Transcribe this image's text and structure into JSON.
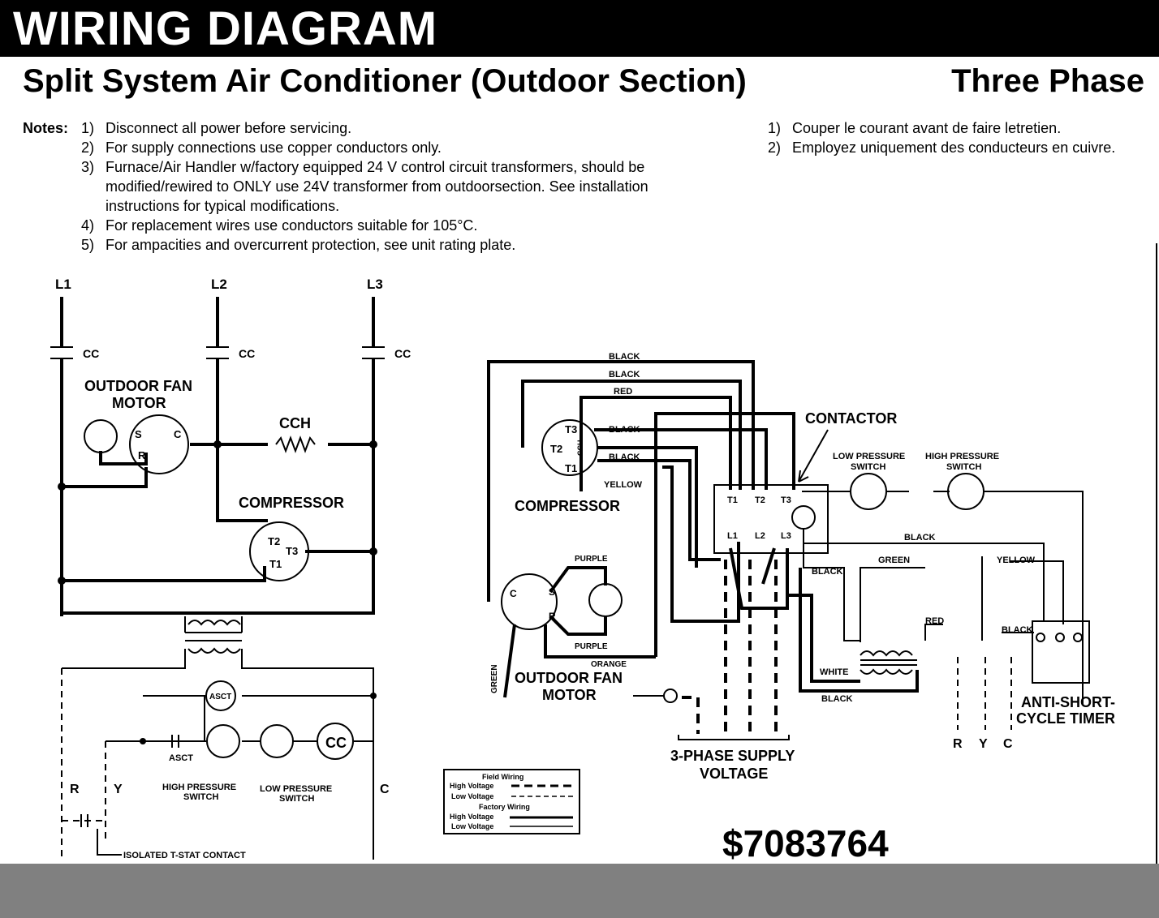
{
  "header": {
    "title": "WIRING DIAGRAM"
  },
  "subtitle": {
    "left": "Split System Air Conditioner (Outdoor Section)",
    "right": "Three Phase"
  },
  "notes": {
    "label": "Notes:",
    "english": [
      {
        "num": "1)",
        "text": "Disconnect all power before servicing."
      },
      {
        "num": "2)",
        "text": "For supply connections use copper conductors only."
      },
      {
        "num": "3)",
        "text": "Furnace/Air Handler w/factory equipped 24 V control circuit transformers, should be modified/rewired to ONLY use 24V transformer from outdoorsection. See installation instructions for typical modifications."
      },
      {
        "num": "4)",
        "text": "For replacement wires use conductors suitable for 105°C."
      },
      {
        "num": "5)",
        "text": "For ampacities and overcurrent protection, see unit rating plate."
      }
    ],
    "french": [
      {
        "num": "1)",
        "text": "Couper le courant avant de faire letretien."
      },
      {
        "num": "2)",
        "text": "Employez uniquement des conducteurs en cuivre."
      }
    ]
  },
  "ladder": {
    "l1": "L1",
    "l2": "L2",
    "l3": "L3",
    "cc": "CC",
    "fan_motor": "OUTDOOR FAN",
    "fan_motor2": "MOTOR",
    "s": "S",
    "c": "C",
    "r": "R",
    "cch": "CCH",
    "compressor": "COMPRESSOR",
    "t1": "T1",
    "t2": "T2",
    "t3": "T3",
    "asct": "ASCT",
    "cc_coil": "CC",
    "hps": "HIGH PRESSURE",
    "hps2": "SWITCH",
    "lps": "LOW PRESSURE",
    "lps2": "SWITCH",
    "term_r": "R",
    "term_y": "Y",
    "term_c": "C",
    "tstat": "ISOLATED T-STAT CONTACT"
  },
  "pictorial": {
    "wires": [
      "BLACK",
      "BLACK",
      "RED",
      "BLACK",
      "BLACK",
      "YELLOW",
      "PURPLE",
      "PURPLE",
      "ORANGE",
      "GREEN",
      "BLACK",
      "GREEN",
      "YELLOW",
      "BLACK",
      "RED",
      "BLACK",
      "WHITE",
      "BLACK"
    ],
    "compressor": "COMPRESSOR",
    "cch": "CCH",
    "t1": "T1",
    "t2": "T2",
    "t3": "T3",
    "contactor": "CONTACTOR",
    "ct1": "T1",
    "ct2": "T2",
    "ct3": "T3",
    "cl1": "L1",
    "cl2": "L2",
    "cl3": "L3",
    "lps": "LOW PRESSURE",
    "lps2": "SWITCH",
    "hps": "HIGH PRESSURE",
    "hps2": "SWITCH",
    "fan_motor": "OUTDOOR FAN",
    "fan_motor2": "MOTOR",
    "c": "C",
    "s": "S",
    "r": "R",
    "supply": "3-PHASE SUPPLY",
    "supply2": "VOLTAGE",
    "timer": "ANTI-SHORT-",
    "timer2": "CYCLE TIMER",
    "term_r": "R",
    "term_y": "Y",
    "term_c": "C"
  },
  "legend": {
    "field": "Field Wiring",
    "field_hv": "High Voltage",
    "field_lv": "Low Voltage",
    "factory": "Factory Wiring",
    "factory_hv": "High Voltage",
    "factory_lv": "Low Voltage"
  },
  "part_number": "$7083764"
}
